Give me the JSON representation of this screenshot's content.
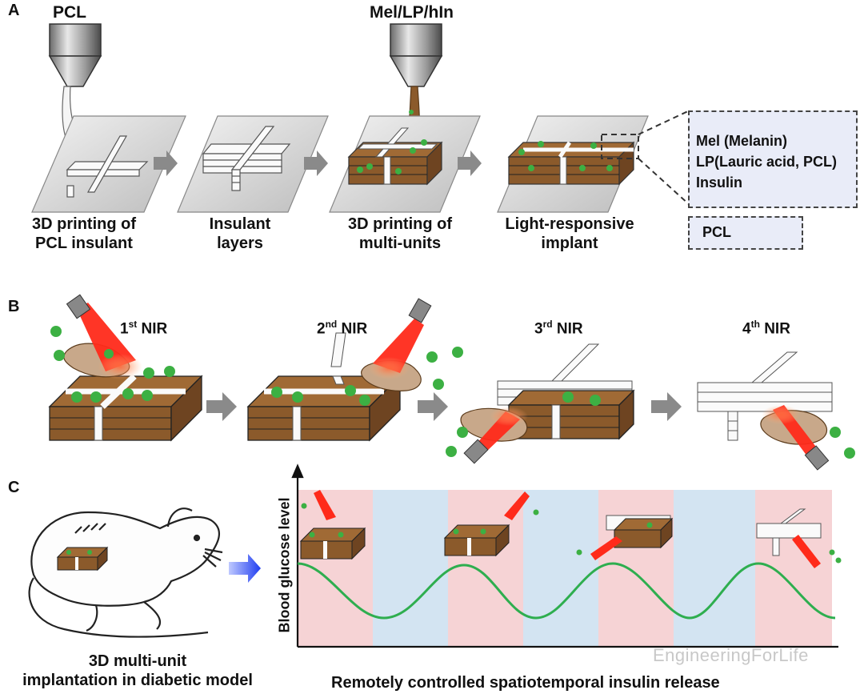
{
  "panel_a": {
    "letter": "A",
    "nozzle1_label": "PCL",
    "nozzle2_label": "Mel/LP/hIn",
    "steps": [
      {
        "line1": "3D printing of",
        "line2": "PCL insulant"
      },
      {
        "line1": "Insulant",
        "line2": "layers"
      },
      {
        "line1": "3D printing of",
        "line2": "multi-units"
      },
      {
        "line1": "Light-responsive",
        "line2": "implant"
      }
    ],
    "legend": {
      "line1": "Mel (Melanin)",
      "line2": "LP(Lauric acid, PCL)",
      "line3": "Insulin",
      "pcl_label": "PCL"
    }
  },
  "panel_b": {
    "letter": "B",
    "stages": [
      {
        "num": "1",
        "sup": "st",
        "label": "NIR"
      },
      {
        "num": "2",
        "sup": "nd",
        "label": "NIR"
      },
      {
        "num": "3",
        "sup": "rd",
        "label": "NIR"
      },
      {
        "num": "4",
        "sup": "th",
        "label": "NIR"
      }
    ]
  },
  "panel_c": {
    "letter": "C",
    "mouse_caption_line1": "3D multi-unit",
    "mouse_caption_line2": "implantation in diabetic model",
    "ylabel": "Blood glucose level",
    "xlabel": "Remotely controlled spatiotemporal insulin release",
    "watermark": "EngineeringForLife"
  },
  "colors": {
    "brown": "#8b5a2b",
    "insulin_green": "#3cb043",
    "laser_red": "#ff2a1a",
    "band_pink": "#f6d3d5",
    "band_blue": "#d3e4f2",
    "curve_green": "#2eae4f",
    "arrow_blue": "#1f3df0"
  }
}
